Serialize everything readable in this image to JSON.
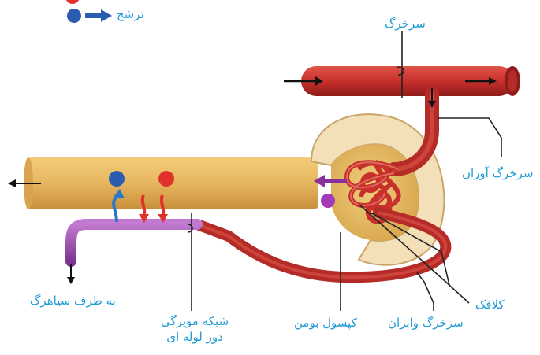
{
  "legend": {
    "filtration_label": "ترشح"
  },
  "labels": {
    "artery": "سرخرگ",
    "afferent_artery": "سرخرگ آوران",
    "glomerulus": "کلافک",
    "efferent_artery": "سرخرگ وابران",
    "bowman_capsule": "کپسول بومن",
    "peritubular_network_line1": "شبکه مویرگی",
    "peritubular_network_line2": "دور لوله ای",
    "to_vein": "به طرف سیاهرگ"
  },
  "colors": {
    "label_text": "#1e9ad6",
    "artery_red": "#c8302c",
    "tubule_tan": "#e6b65f",
    "capsule_cream": "#f3e0b8",
    "vein_purple": "#9b4fa8",
    "particle_blue": "#2a5db0",
    "particle_red": "#e2312b",
    "arrow_purple": "#8a2f9c",
    "arrow_blue": "#2a78c8"
  }
}
